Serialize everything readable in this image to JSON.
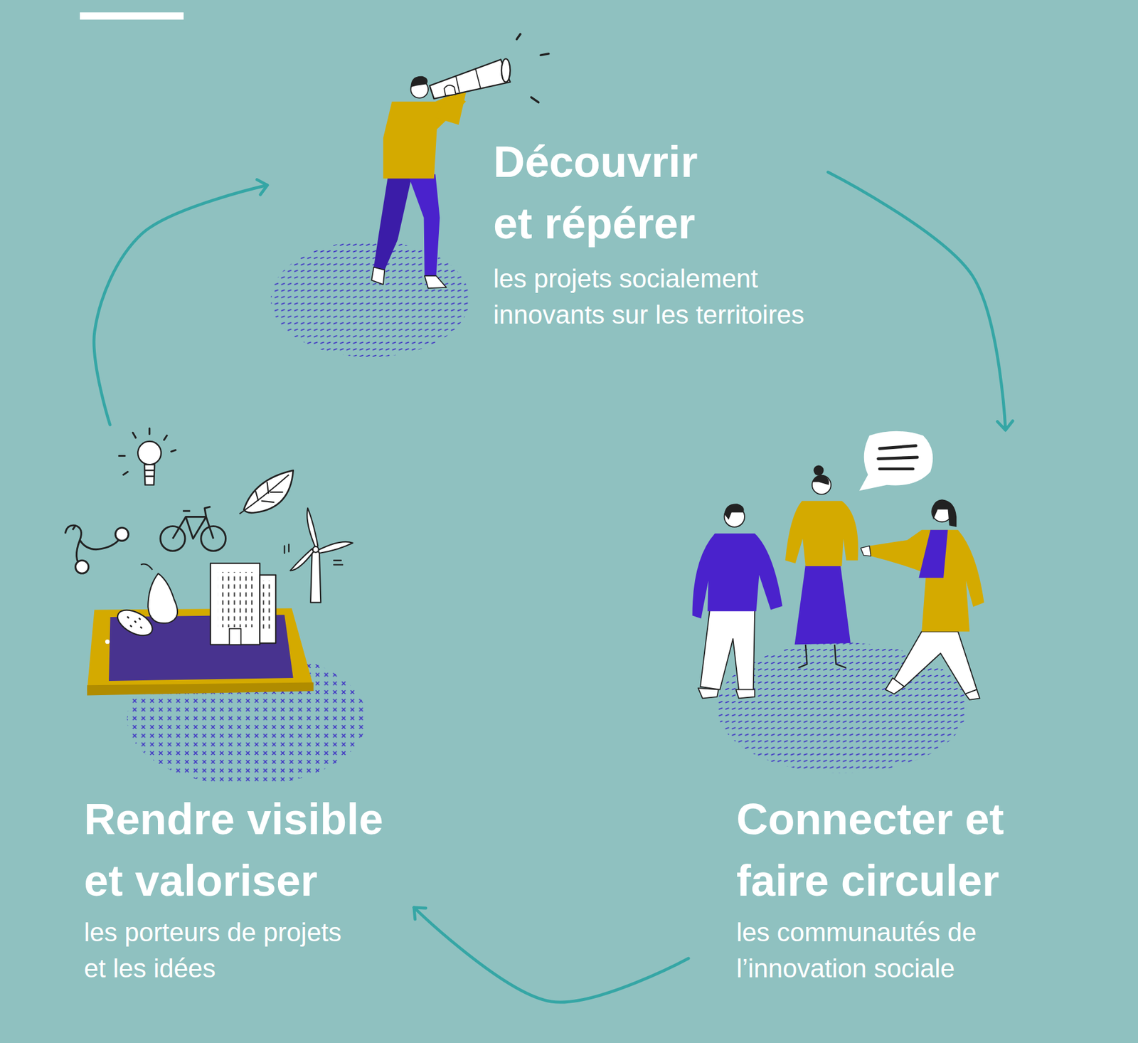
{
  "diagram": {
    "nodes": [
      {
        "text": [
          "Découvrir et répérer",
          "les projets socialement innovants sur les territoires"
        ]
      },
      {
        "text": [
          "Connecter et faire circuler",
          "les communautés de l’innovation sociale"
        ]
      },
      {
        "text": [
          "Rendre visible et valoriser",
          "les porteurs de projets et les idées"
        ]
      }
    ],
    "edges": [
      {
        "from": 0,
        "to": 1,
        "arrow": "to"
      },
      {
        "from": 1,
        "to": 2,
        "arrow": "to"
      },
      {
        "from": 2,
        "to": 0,
        "arrow": "to"
      }
    ]
  }
}
